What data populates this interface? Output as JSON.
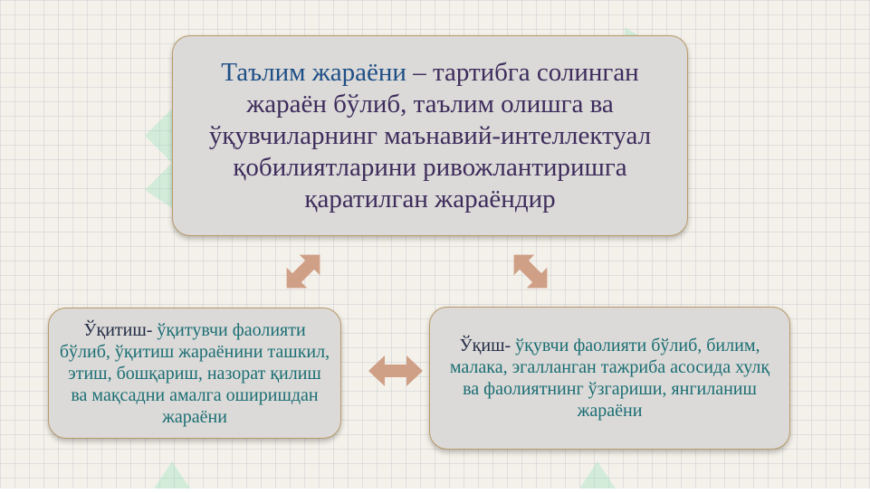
{
  "diagram": {
    "top_box": {
      "term": "Таълим жараёни",
      "definition": " – тартибга солинган жараён бўлиб, таълим олишга ва ўқувчиларнинг маънавий-интеллектуал қобилиятларини ривожлантиришга қаратилган жараёндир"
    },
    "left_box": {
      "term": "Ўқитиш-",
      "definition": " ўқитувчи фаолияти бўлиб, ўқитиш жараёнини ташкил, этиш, бошқариш, назорат қилиш ва мақсадни амалга оширишдан жараёни"
    },
    "right_box": {
      "term": "Ўқиш-",
      "definition": " ўқувчи  фаолияти бўлиб, билим, малака, эгалланган тажриба асосида хулқ ва фаолиятнинг ўзгариши, янгиланиш жараёни"
    },
    "arrow_color": "#cf9f86",
    "watermark_color": "#7fe0b0"
  }
}
